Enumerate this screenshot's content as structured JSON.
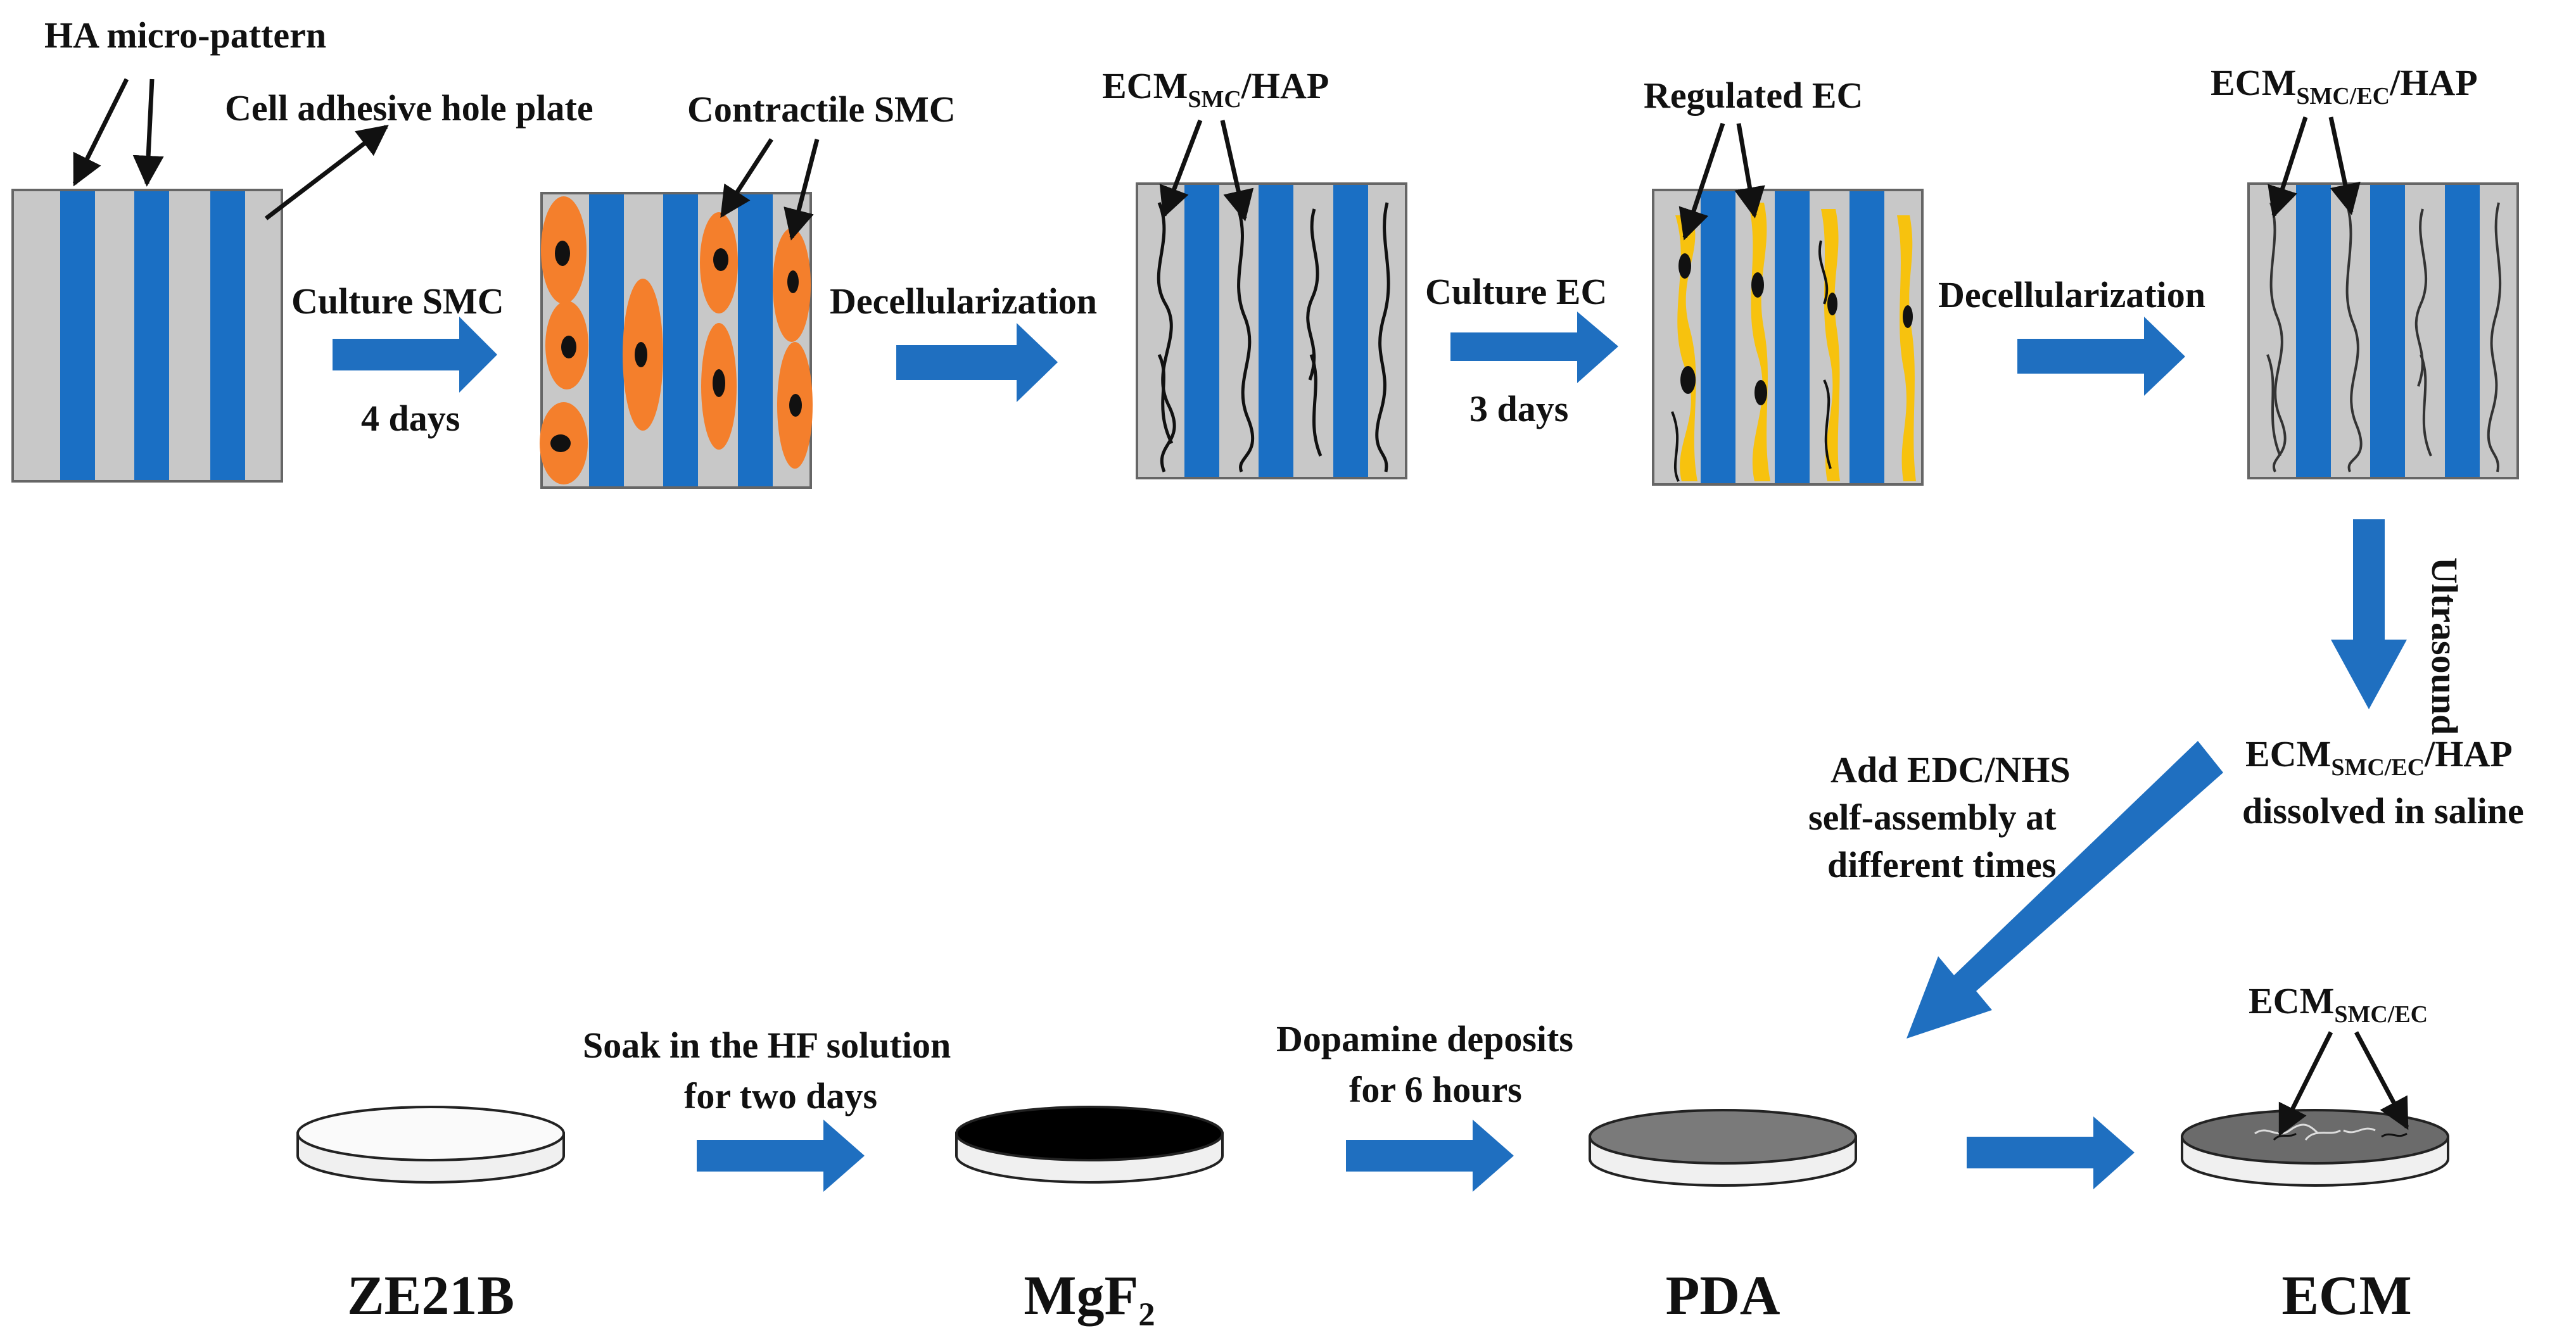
{
  "colors": {
    "plate_gray": "#c8c8c8",
    "stripe_blue": "#1a6fc4",
    "smc_orange": "#f47f2c",
    "ec_yellow": "#f7c20e",
    "arrow_blue": "#1f6fc0",
    "nucleus": "#111111"
  },
  "labels": {
    "ha_micro_pattern": "HA micro-pattern",
    "cell_adhesive_hole_plate": "Cell adhesive hole plate",
    "contractile_smc": "Contractile SMC",
    "ecm_smc_hap": {
      "main": "ECM",
      "sub": "SMC",
      "tail": "/HAP"
    },
    "regulated_ec": "Regulated EC",
    "ecm_smc_ec_hap": {
      "main": "ECM",
      "sub": "SMC/EC",
      "tail": "/HAP"
    },
    "culture_smc": "Culture SMC",
    "four_days": "4 days",
    "decellularization_1": "Decellularization",
    "culture_ec": "Culture EC",
    "three_days": "3 days",
    "decellularization_2": "Decellularization",
    "ultrasound": "Ultrasound",
    "dissolved": {
      "main": "ECM",
      "sub": "SMC/EC",
      "tail": "/HAP",
      "line2": "dissolved in saline"
    },
    "add_edc": [
      "Add EDC/NHS",
      "self-assembly at",
      "different times"
    ],
    "soak_hf": [
      "Soak in the HF solution",
      "for two days"
    ],
    "dopamine": [
      "Dopamine deposits",
      "for 6 hours"
    ],
    "ecm_smc_ec": {
      "main": "ECM",
      "sub": "SMC/EC"
    }
  },
  "discs": {
    "ze21b": "ZE21B",
    "mgf2": "MgF₂",
    "pda": "PDA",
    "ecm": "ECM"
  },
  "icons": [
    "callout-arrow",
    "process-arrow",
    "culture-plate",
    "disc-sample"
  ]
}
